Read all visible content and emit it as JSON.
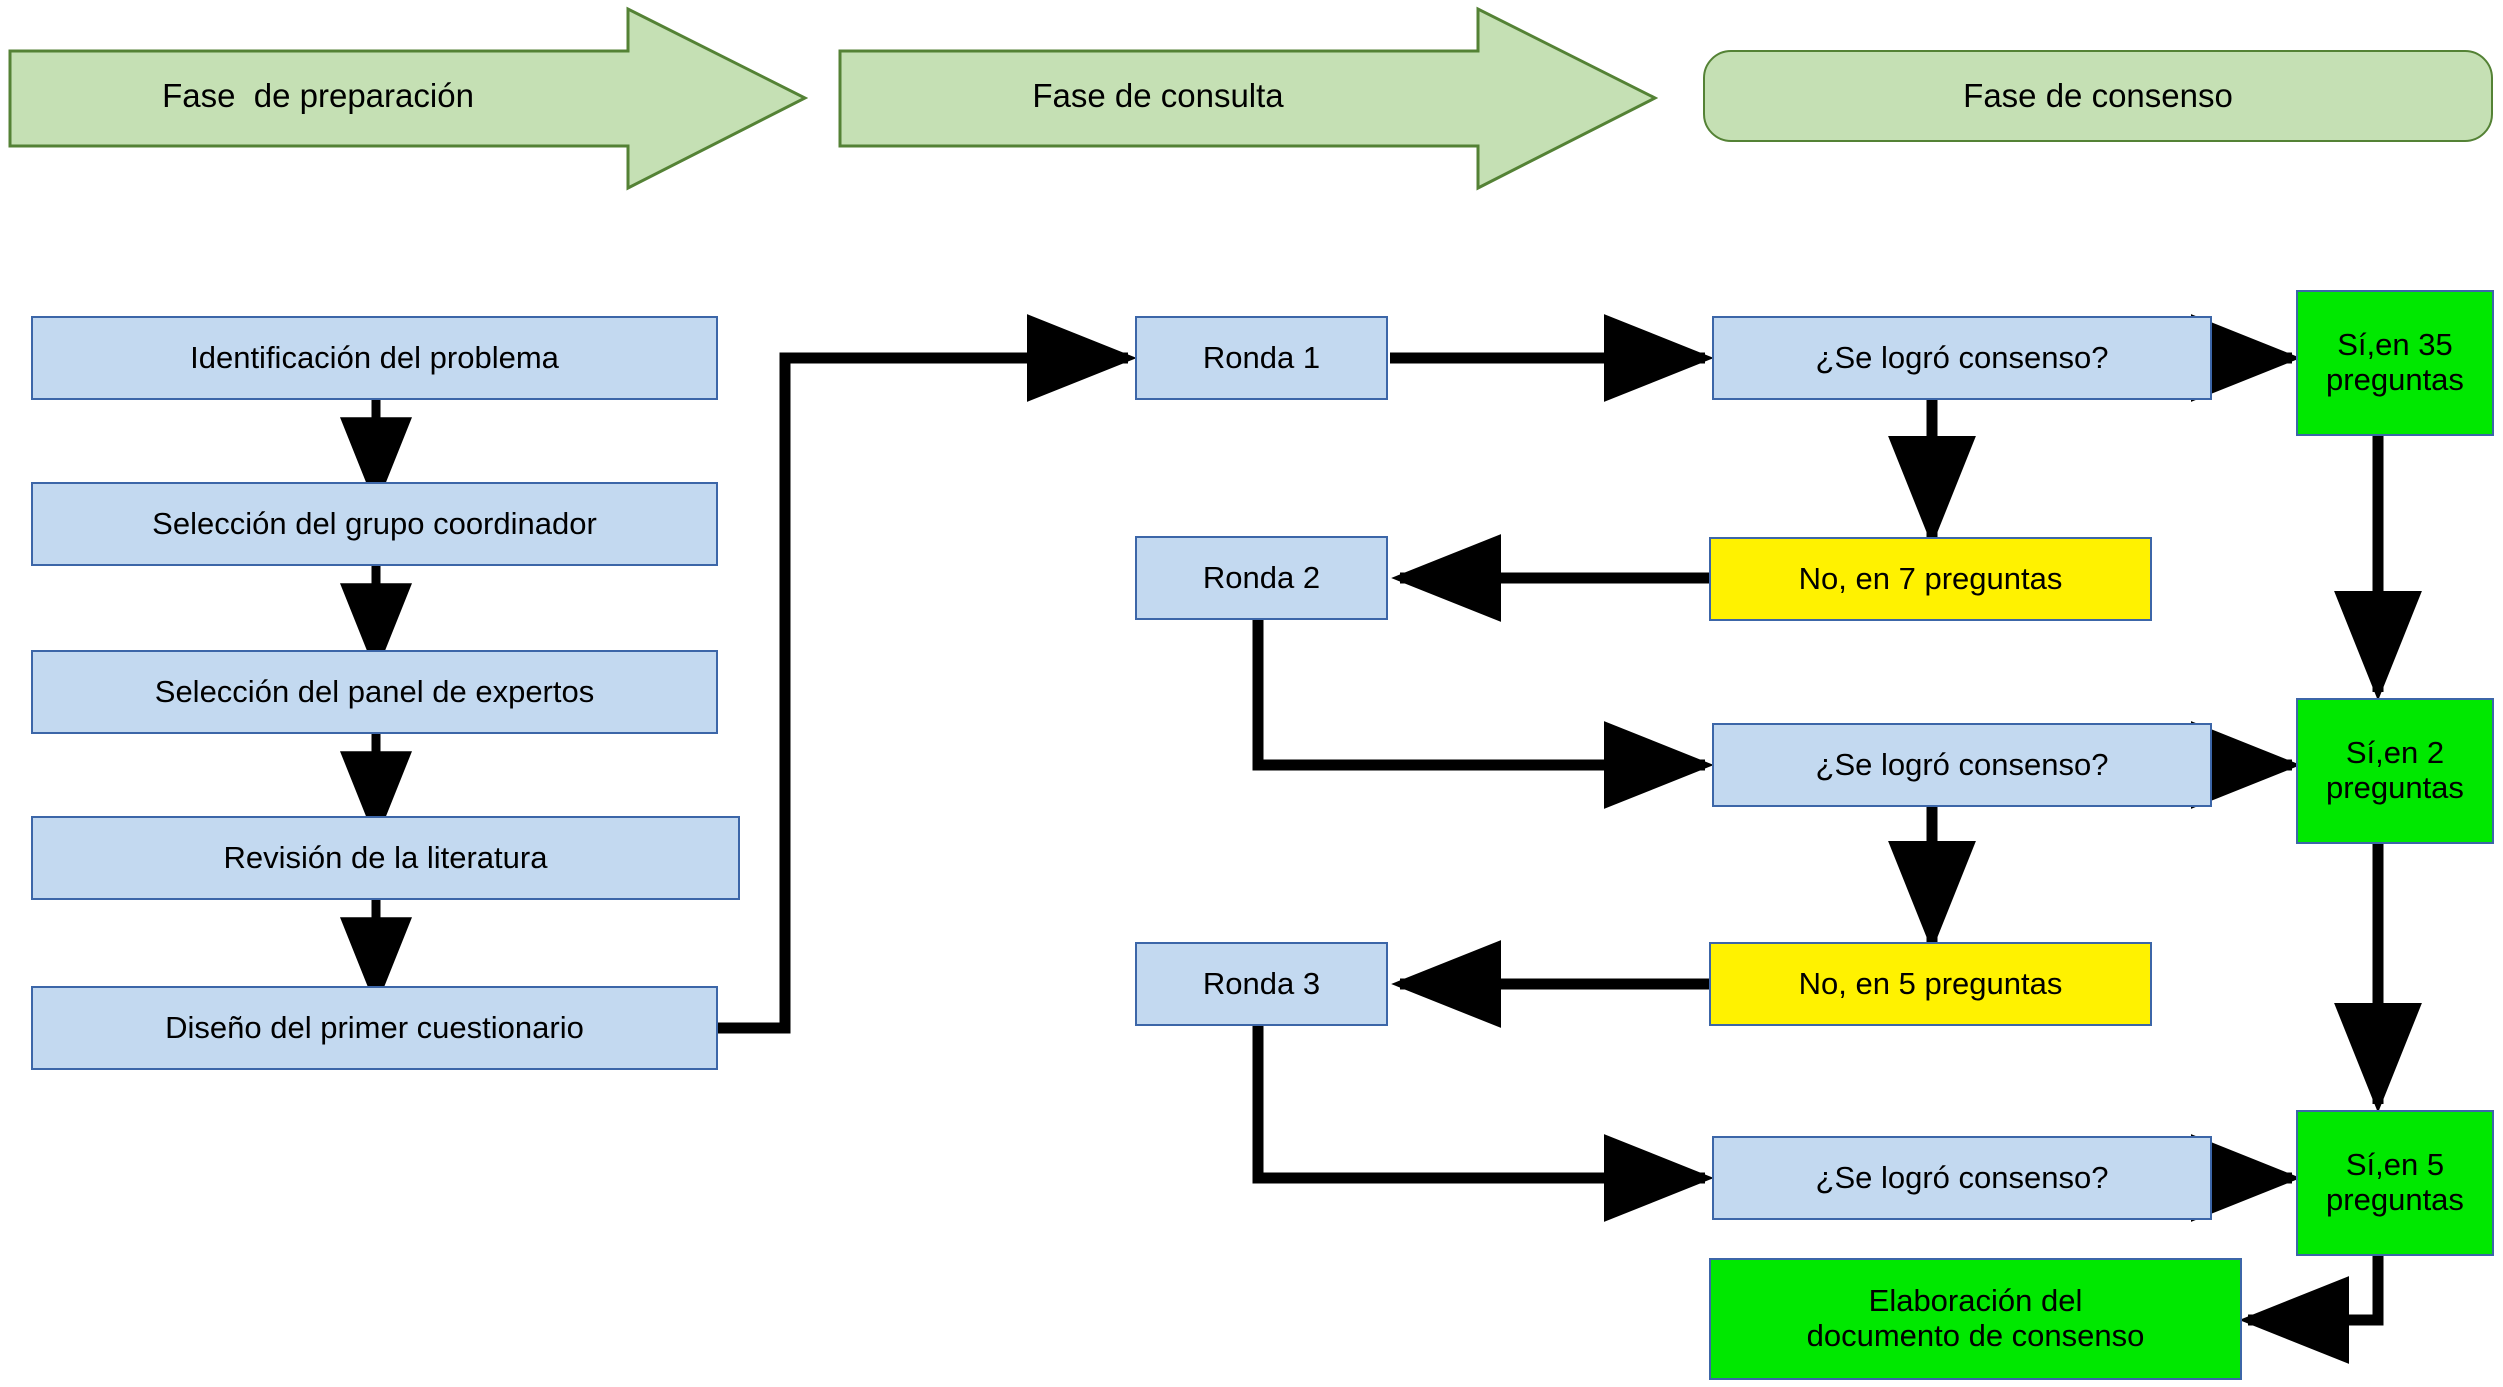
{
  "phases": [
    {
      "id": "preparacion",
      "label": "Fase  de preparación",
      "shape": "arrow"
    },
    {
      "id": "consulta",
      "label": "Fase de consulta",
      "shape": "arrow"
    },
    {
      "id": "consenso",
      "label": "Fase de consenso",
      "shape": "rounded-rect"
    }
  ],
  "preparation_steps": [
    {
      "id": "identificacion",
      "label": "Identificación del problema"
    },
    {
      "id": "grupo",
      "label": "Selección del grupo coordinador"
    },
    {
      "id": "panel",
      "label": "Selección del panel de expertos"
    },
    {
      "id": "literatura",
      "label": "Revisión de la literatura"
    },
    {
      "id": "cuestionario",
      "label": "Diseño del primer cuestionario"
    }
  ],
  "rounds": [
    {
      "id": "ronda1",
      "label": "Ronda 1"
    },
    {
      "id": "ronda2",
      "label": "Ronda 2"
    },
    {
      "id": "ronda3",
      "label": "Ronda 3"
    }
  ],
  "decisions": [
    {
      "id": "decision1",
      "label": "¿Se logró consenso?"
    },
    {
      "id": "decision2",
      "label": "¿Se logró consenso?"
    },
    {
      "id": "decision3",
      "label": "¿Se logró consenso?"
    }
  ],
  "yes_outcomes": [
    {
      "id": "si35",
      "label": "Sí,en 35\npreguntas",
      "count": 35
    },
    {
      "id": "si2",
      "label": "Sí,en 2\npreguntas",
      "count": 2
    },
    {
      "id": "si5",
      "label": "Sí,en 5\npreguntas",
      "count": 5
    }
  ],
  "no_outcomes": [
    {
      "id": "no7",
      "label": "No, en 7 preguntas",
      "count": 7
    },
    {
      "id": "no5",
      "label": "No, en 5 preguntas",
      "count": 5
    }
  ],
  "final": {
    "id": "elaboracion",
    "label": "Elaboración del\ndocumento de consenso"
  },
  "colors": {
    "phase_fill": "#C5E0B4",
    "phase_border": "#548235",
    "node_blue_fill": "#C3D9F0",
    "node_green_fill": "#00E800",
    "node_yellow_fill": "#FFF200",
    "node_border": "#3C66A8",
    "connector": "#000000",
    "text": "#000000"
  }
}
